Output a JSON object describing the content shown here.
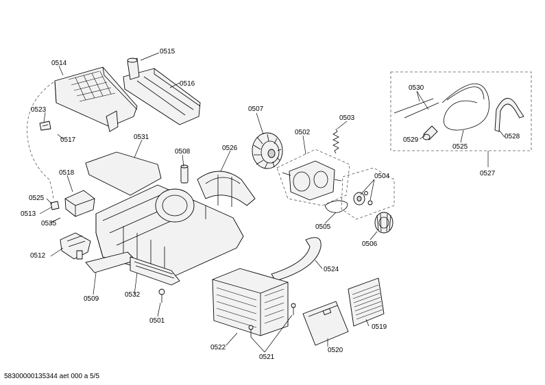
{
  "labels": {
    "p0514": "0514",
    "p0515": "0515",
    "p0516": "0516",
    "p0523": "0523",
    "p0517": "0517",
    "p0507": "0507",
    "p0503": "0503",
    "p0502": "0502",
    "p0531": "0531",
    "p0508": "0508",
    "p0526": "0526",
    "p0518": "0518",
    "p0525": "0525",
    "p0513": "0513",
    "p0535": "0535",
    "p0512": "0512",
    "p0509": "0509",
    "p0532": "0532",
    "p0501": "0501",
    "p0522": "0522",
    "p0521": "0521",
    "p0520": "0520",
    "p0519": "0519",
    "p0524": "0524",
    "p0505": "0505",
    "p0506": "0506",
    "p0504": "0504",
    "p0530": "0530",
    "p0529": "0529",
    "p0525b": "0525",
    "p0528": "0528",
    "p0527": "0527"
  },
  "footer": "58300000135344 aet 000 a 5/5"
}
